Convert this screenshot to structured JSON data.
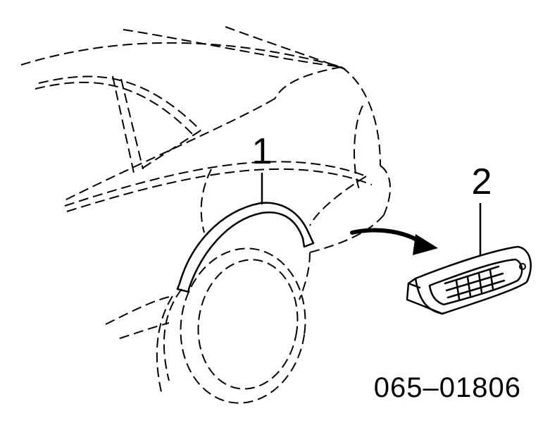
{
  "callouts": [
    {
      "number": "1"
    },
    {
      "number": "2"
    }
  ],
  "diagram_code": "065–01806",
  "colors": {
    "line": "#000000",
    "background": "#ffffff"
  }
}
